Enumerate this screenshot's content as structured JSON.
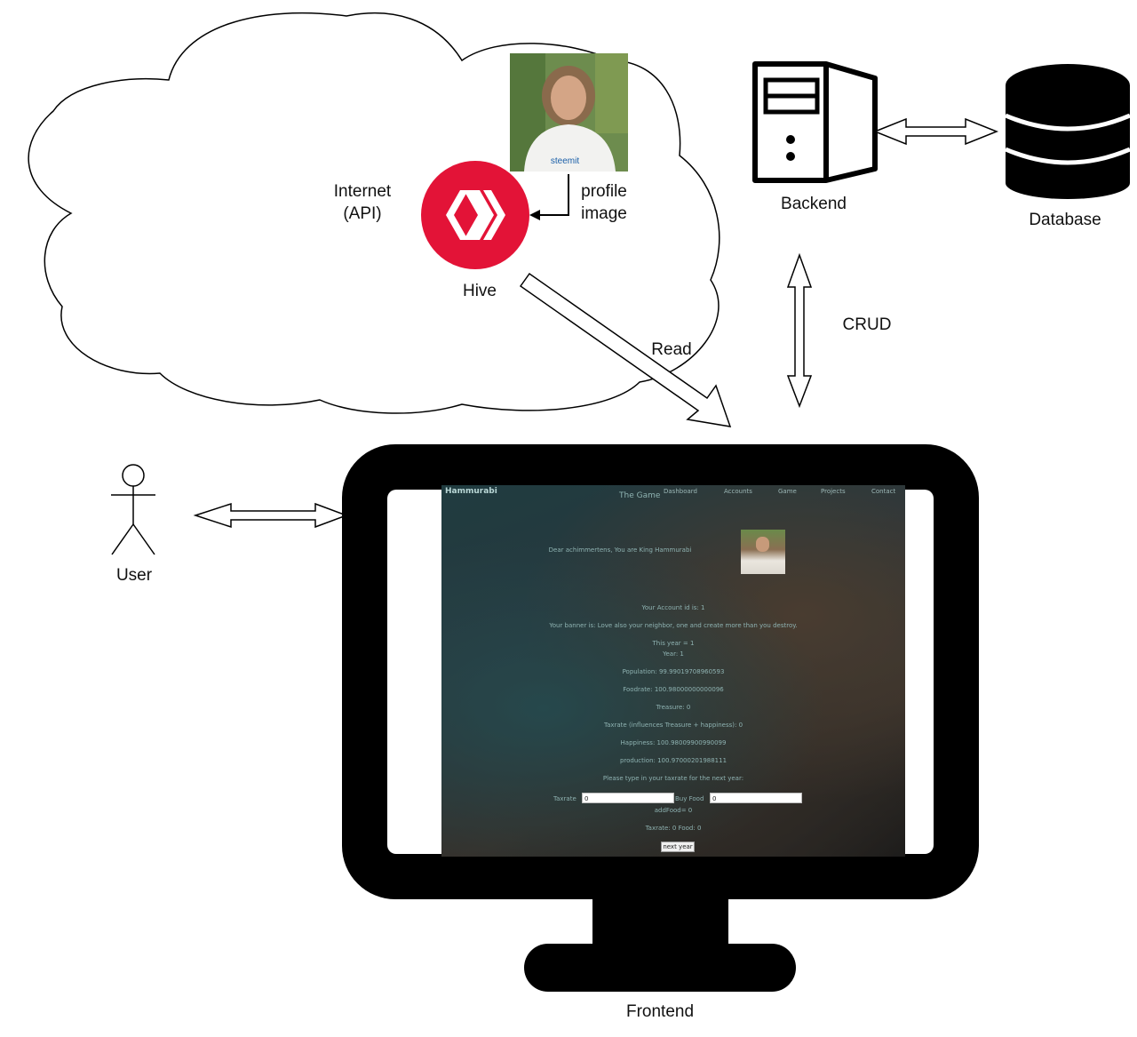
{
  "labels": {
    "internet_line1": "Internet",
    "internet_line2": "(API)",
    "hive": "Hive",
    "profile_line1": "profile",
    "profile_line2": "image",
    "backend": "Backend",
    "database": "Database",
    "crud": "CRUD",
    "read": "Read",
    "user": "User",
    "frontend": "Frontend"
  },
  "photo": {
    "shirt_text": "steemit"
  },
  "game": {
    "brand": "Hammurabi",
    "title": "The Game",
    "nav": [
      "Dashboard",
      "Accounts",
      "Game",
      "Projects",
      "Contact"
    ],
    "greeting": "Dear achimmertens, You are King Hammurabi",
    "lines": [
      "Your Account id is: 1",
      "Your banner is: Love also your neighbor, one and create more than you destroy.",
      "This year = 1",
      "Year: 1",
      "Population: 99.99019708960593",
      "Foodrate: 100.98000000000096",
      "Treasure: 0",
      "Taxrate (influences Treasure + happiness): 0",
      "Happiness: 100.98009900990099",
      "production: 100.97000201988111",
      "Please type in your taxrate for the next year:"
    ],
    "taxrate_label": "Taxrate",
    "taxrate_value": "0",
    "buyfood_label": "Buy Food",
    "buyfood_value": "0",
    "addfood": "addFood= 0",
    "summary": "Taxrate: 0 Food: 0",
    "next_button": "next year"
  },
  "colors": {
    "hive_red": "#e31337",
    "line": "#000000",
    "arrow_fill": "#ffffff"
  }
}
